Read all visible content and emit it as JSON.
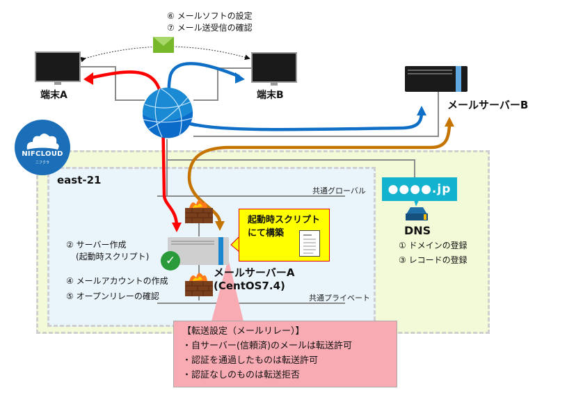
{
  "top_steps": {
    "step6": "⑥ メールソフトの設定",
    "step7": "⑦ メール送受信の確認"
  },
  "terminals": {
    "a_label": "端末A",
    "b_label": "端末B"
  },
  "mail_server_b": {
    "label": "メールサーバーB"
  },
  "cloud_badge": {
    "brand": "NIFCLOUD",
    "sub": "ニフクラ"
  },
  "zone": {
    "label": "east-21"
  },
  "networks": {
    "global": "共通グローバル",
    "private": "共通プライベート"
  },
  "mail_server_a": {
    "name": "メールサーバーA",
    "os": "(CentOS7.4)"
  },
  "steps_left": {
    "step2_line1": "② サーバー作成",
    "step2_line2": "(起動時スクリプト)",
    "step4": "④ メールアカウントの作成",
    "step5": "⑤ オープンリレーの確認"
  },
  "startup_callout": {
    "line1": "起動時スクリプト",
    "line2": "にて構築"
  },
  "dns": {
    "domain_tag": "●●●●.jp",
    "label": "DNS",
    "step1": "① ドメインの登録",
    "step3": "③ レコードの登録"
  },
  "relay_box": {
    "title": "【転送設定（メールリレー）】",
    "rule1": "・自サーバー(信頼済)のメールは転送許可",
    "rule2": "・認証を通過したものは転送許可",
    "rule3": "・認証なしのものは転送拒否"
  },
  "colors": {
    "path_red": "#ff0000",
    "path_blue": "#0f6fc6",
    "path_orange": "#c57400",
    "zone_outer": "#f3fad8",
    "zone_inner": "#eaf4fb",
    "callout_yellow": "#ffff00",
    "relay_pink": "#f9abb4",
    "dns_teal": "#13b2cf",
    "envelope_green": "#76b82a"
  }
}
